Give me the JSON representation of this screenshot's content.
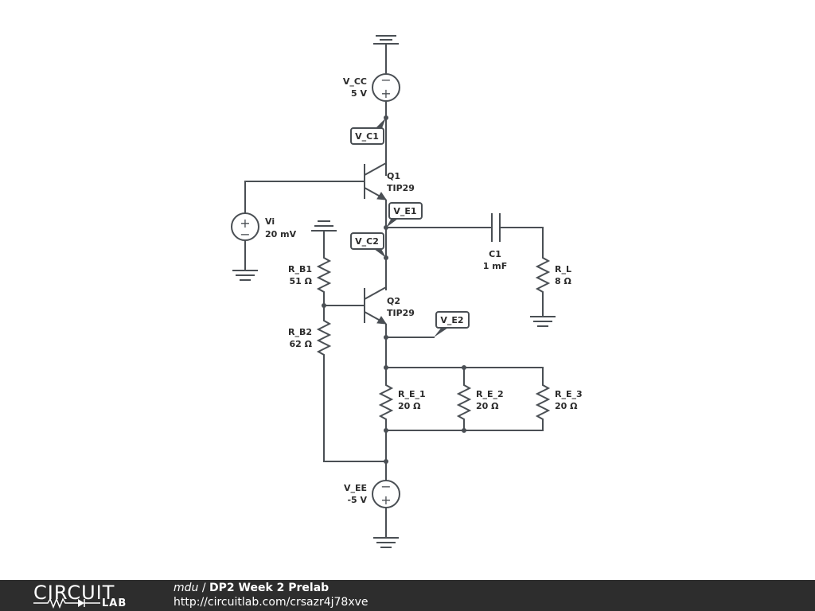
{
  "components": {
    "vcc": {
      "name": "V_CC",
      "value": "5 V"
    },
    "vi": {
      "name": "Vi",
      "value": "20 mV"
    },
    "q1": {
      "name": "Q1",
      "value": "TIP29"
    },
    "q2": {
      "name": "Q2",
      "value": "TIP29"
    },
    "rb1": {
      "name": "R_B1",
      "value": "51 Ω"
    },
    "rb2": {
      "name": "R_B2",
      "value": "62 Ω"
    },
    "c1": {
      "name": "C1",
      "value": "1 mF"
    },
    "rl": {
      "name": "R_L",
      "value": "8 Ω"
    },
    "re1": {
      "name": "R_E_1",
      "value": "20 Ω"
    },
    "re2": {
      "name": "R_E_2",
      "value": "20 Ω"
    },
    "re3": {
      "name": "R_E_3",
      "value": "20 Ω"
    },
    "vee": {
      "name": "V_EE",
      "value": "-5 V"
    }
  },
  "probes": {
    "vc1": "V_C1",
    "ve1": "V_E1",
    "vc2": "V_C2",
    "ve2": "V_E2"
  },
  "source_signs": {
    "plus": "+",
    "minus": "−"
  },
  "footer": {
    "logo_top": "CIRCUIT",
    "logo_bottom": "LAB",
    "author": "mdu",
    "separator": " / ",
    "project_title": "DP2 Week 2 Prelab",
    "url": "http://circuitlab.com/crsazr4j78xve"
  },
  "colors": {
    "wire": "#4a4f54",
    "footer_bg": "#2d2d2d",
    "text": "#2b2b2b"
  }
}
